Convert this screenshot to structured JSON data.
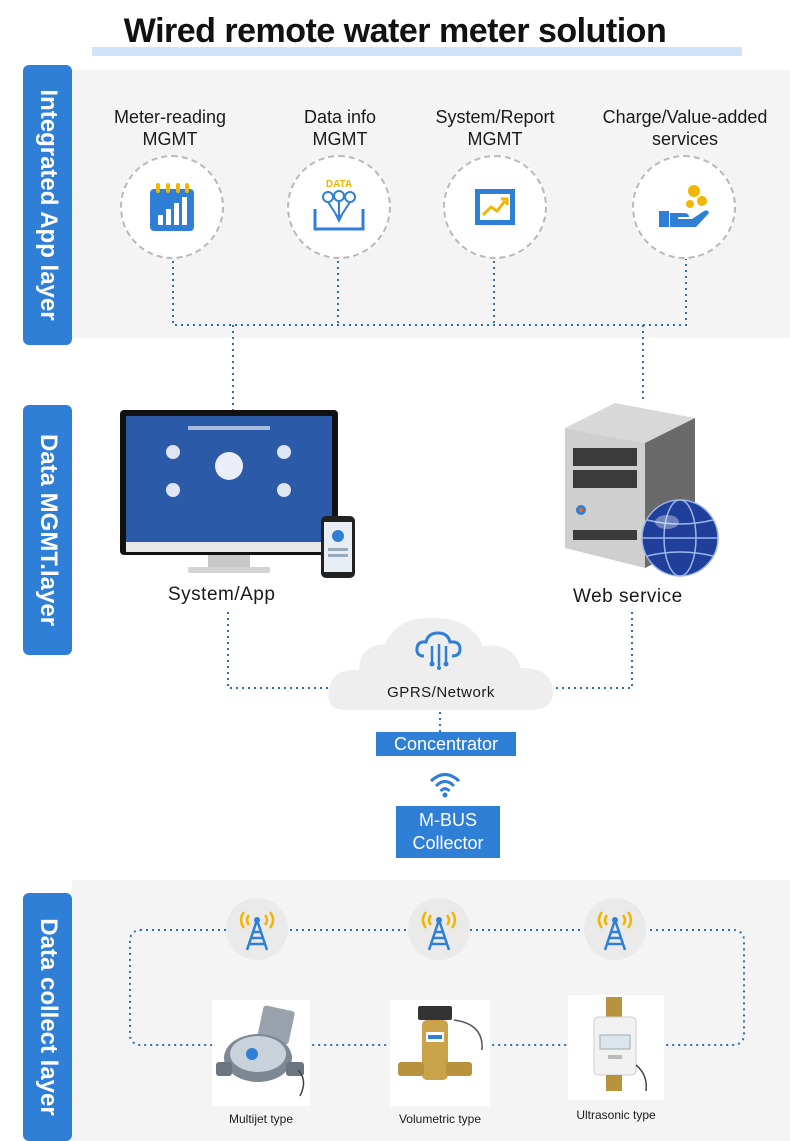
{
  "title": "Wired remote water meter solution",
  "layers": {
    "app": "Integrated App layer",
    "mgmt": "Data  MGMT.layer",
    "collect": "Data collect layer"
  },
  "app_services": [
    {
      "line1": "Meter-reading",
      "line2": "MGMT",
      "icon": "calendar-bar-chart-icon"
    },
    {
      "line1": "Data info",
      "line2": "MGMT",
      "icon": "data-flow-icon"
    },
    {
      "line1": "System/Report",
      "line2": "MGMT",
      "icon": "report-chart-icon"
    },
    {
      "line1": "Charge/Value-added",
      "line2": "services",
      "icon": "hand-coins-icon"
    }
  ],
  "data_icon_text": "DATA",
  "devices": {
    "system": "System/App",
    "web": "Web service"
  },
  "network": {
    "cloud": "GPRS/Network",
    "concentrator": "Concentrator",
    "collector_line1": "M-BUS",
    "collector_line2": "Collector"
  },
  "meters": [
    {
      "label": "Multijet type"
    },
    {
      "label": "Volumetric type"
    },
    {
      "label": "Ultrasonic type"
    }
  ],
  "colors": {
    "accent": "#2f7fd6",
    "line": "#2f6fb8",
    "panel": "#f4f4f4"
  }
}
